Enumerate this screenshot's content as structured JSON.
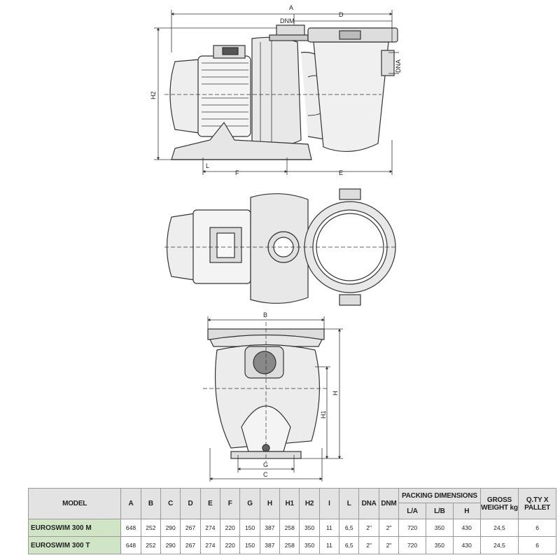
{
  "drawing": {
    "side_view_labels": {
      "A": "A",
      "D": "D",
      "DNM": "DNM",
      "DNA": "DNA",
      "H2": "H2",
      "F": "F",
      "E": "E",
      "L": "L"
    },
    "front_view_labels": {
      "B": "B",
      "H": "H",
      "H1": "H1",
      "G": "G",
      "C": "C"
    }
  },
  "table": {
    "headers": {
      "model": "MODEL",
      "dims": [
        "A",
        "B",
        "C",
        "D",
        "E",
        "F",
        "G",
        "H",
        "H1",
        "H2",
        "I",
        "L",
        "DNA",
        "DNM"
      ],
      "packing": "PACKING DIMENSIONS",
      "packing_sub": [
        "L/A",
        "L/B",
        "H"
      ],
      "gross": "GROSS WEIGHT kg",
      "qty": "Q.TY X PALLET"
    },
    "rows": [
      {
        "model": "EUROSWIM 300 M",
        "values": [
          "648",
          "252",
          "290",
          "267",
          "274",
          "220",
          "150",
          "387",
          "258",
          "350",
          "11",
          "6,5",
          "2\"",
          "2\""
        ],
        "packing": [
          "720",
          "350",
          "430"
        ],
        "gross": "24,5",
        "qty": "6"
      },
      {
        "model": "EUROSWIM 300 T",
        "values": [
          "648",
          "252",
          "290",
          "267",
          "274",
          "220",
          "150",
          "387",
          "258",
          "350",
          "11",
          "6,5",
          "2\"",
          "2\""
        ],
        "packing": [
          "720",
          "350",
          "430"
        ],
        "gross": "24,5",
        "qty": "6"
      }
    ]
  }
}
